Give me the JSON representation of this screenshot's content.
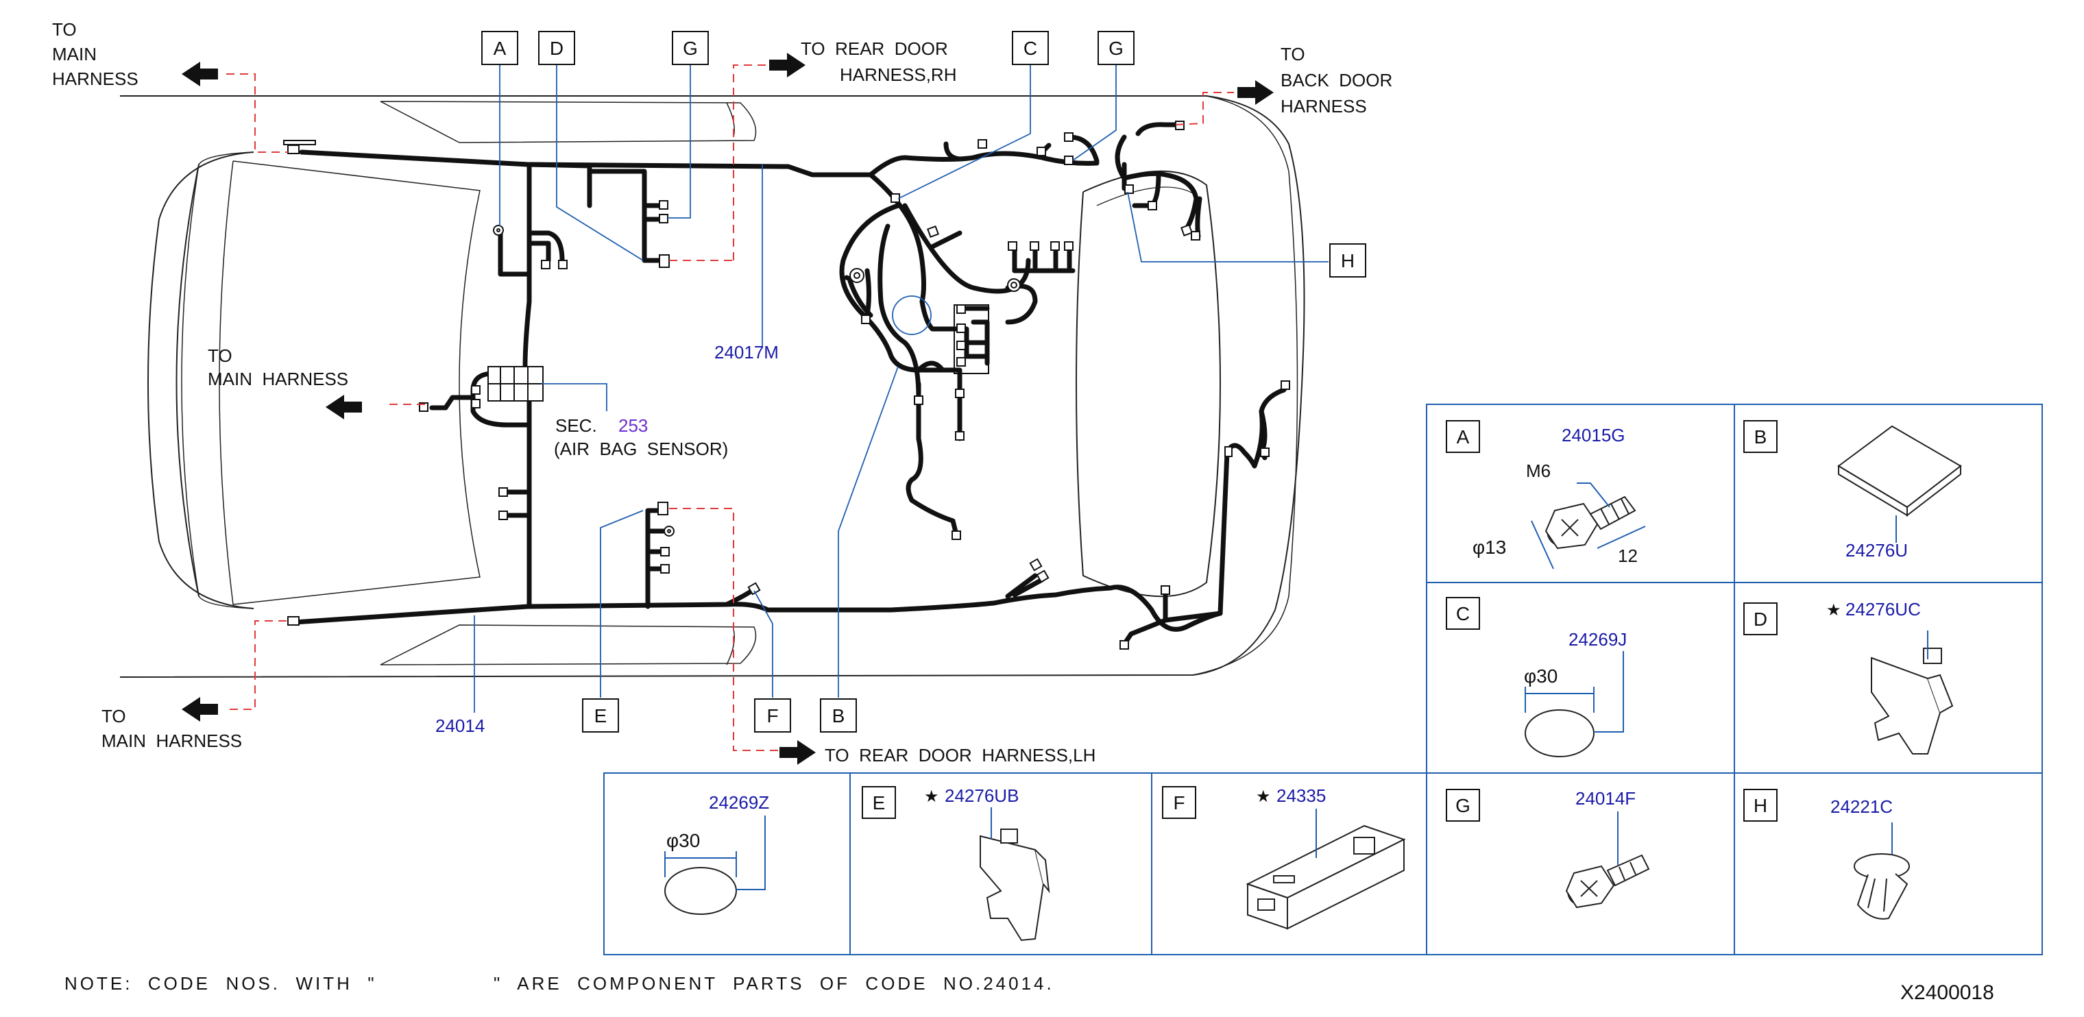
{
  "arrows": {
    "main_top": [
      "TO",
      "MAIN",
      "HARNESS"
    ],
    "rear_rh": [
      "TO  REAR  DOOR",
      "HARNESS,RH"
    ],
    "back_door": [
      "TO",
      "BACK  DOOR",
      "HARNESS"
    ],
    "main_mid": [
      "TO",
      "MAIN  HARNESS"
    ],
    "main_bottom": [
      "TO",
      "MAIN  HARNESS"
    ],
    "rear_lh": "TO  REAR  DOOR  HARNESS,LH"
  },
  "callouts": {
    "top": [
      "A",
      "D",
      "G",
      "C",
      "G"
    ],
    "h": "H",
    "bottom": [
      "E",
      "F",
      "B"
    ]
  },
  "part_numbers": {
    "harness_main": "24017M",
    "harness_body": "24014",
    "sec_prefix": "SEC.",
    "sec_number": "253",
    "sec_desc": "(AIR  BAG  SENSOR)"
  },
  "parts_table": [
    {
      "letter": "A",
      "code": "24015G",
      "star": false,
      "dims": [
        "M6",
        "φ13",
        "12"
      ]
    },
    {
      "letter": "B",
      "code": "24276U",
      "star": false
    },
    {
      "letter": "C",
      "code": "24269J",
      "star": false,
      "dims": [
        "φ30"
      ]
    },
    {
      "letter": "D",
      "code": "24276UC",
      "star": true
    },
    {
      "letter": "",
      "code": "24269Z",
      "star": false,
      "dims": [
        "φ30"
      ]
    },
    {
      "letter": "E",
      "code": "24276UB",
      "star": true
    },
    {
      "letter": "F",
      "code": "24335",
      "star": true
    },
    {
      "letter": "G",
      "code": "24014F",
      "star": false
    },
    {
      "letter": "H",
      "code": "24221C",
      "star": false
    }
  ],
  "star_symbol": "★",
  "footer": {
    "note_a": "NOTE:  CODE  NOS.  WITH  \"",
    "note_b": "\"  ARE  COMPONENT  PARTS  OF  CODE  NO.24014.",
    "diagram_id": "X2400018"
  },
  "colors": {
    "harness": "#111111",
    "leader": "#1f5fb0",
    "dashed": "#e23a3a",
    "part_code": "#1a1aa8",
    "sec_link": "#6b2fd0"
  }
}
